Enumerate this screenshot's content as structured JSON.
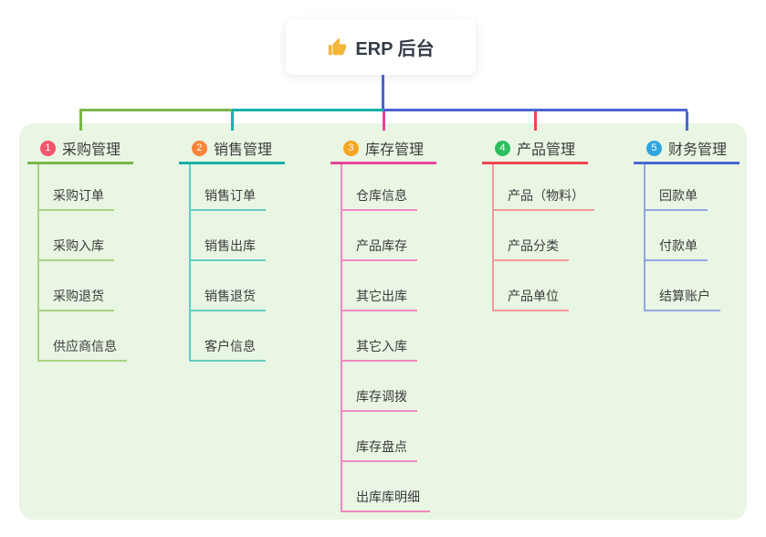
{
  "root": {
    "label": "ERP 后台",
    "icon": "thumbs-up-icon",
    "icon_color": "#f3b53a"
  },
  "connector_color": "#4c63d2",
  "panel_color": "#e9f6e3",
  "branches": [
    {
      "badge": "1",
      "label": "采购管理",
      "badge_color": "#f2566b",
      "line_color": "#7ab648",
      "light_color": "#a8d385",
      "children": [
        "采购订单",
        "采购入库",
        "采购退货",
        "供应商信息"
      ]
    },
    {
      "badge": "2",
      "label": "销售管理",
      "badge_color": "#f8833c",
      "line_color": "#17b0a7",
      "light_color": "#66ccc4",
      "children": [
        "销售订单",
        "销售出库",
        "销售退货",
        "客户信息"
      ]
    },
    {
      "badge": "3",
      "label": "库存管理",
      "badge_color": "#f6a623",
      "line_color": "#e6449b",
      "light_color": "#f089c2",
      "children": [
        "仓库信息",
        "产品库存",
        "其它出库",
        "其它入库",
        "库存调拨",
        "库存盘点",
        "出库库明细"
      ]
    },
    {
      "badge": "4",
      "label": "产品管理",
      "badge_color": "#2fbe5f",
      "line_color": "#f04453",
      "light_color": "#f5989d",
      "children": [
        "产品（物料）",
        "产品分类",
        "产品单位"
      ]
    },
    {
      "badge": "5",
      "label": "财务管理",
      "badge_color": "#30a6de",
      "line_color": "#4a68cf",
      "light_color": "#90a8e0",
      "children": [
        "回款单",
        "付款单",
        "结算账户"
      ]
    }
  ]
}
